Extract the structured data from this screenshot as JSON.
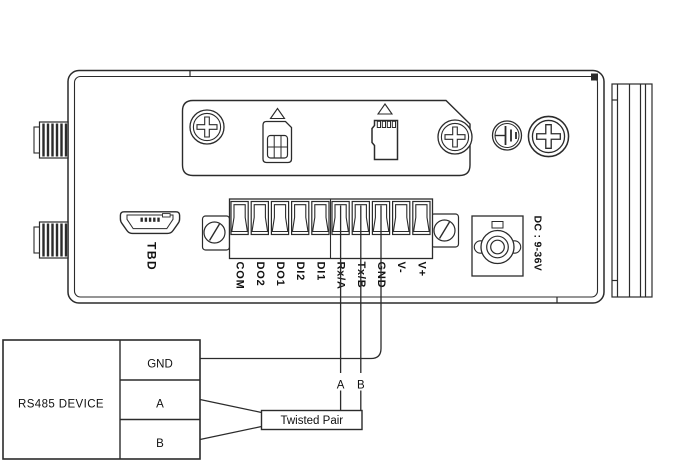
{
  "colors": {
    "line": "#2b2b2b",
    "text": "#111111",
    "background": "#ffffff"
  },
  "device": {
    "terminal_labels": [
      "COM",
      "DO2",
      "DO1",
      "DI2",
      "DI1",
      "Rx/A",
      "Tx/B",
      "GND",
      "V-",
      "V+"
    ],
    "usb_port_label": "TBD",
    "power_label": "DC : 9-36V"
  },
  "wiring": {
    "wire_a_label": "A",
    "wire_b_label": "B",
    "twisted_pair_label": "Twisted Pair",
    "rs485_device_title": "RS485 DEVICE",
    "rs485_terminals": [
      "GND",
      "A",
      "B"
    ]
  }
}
